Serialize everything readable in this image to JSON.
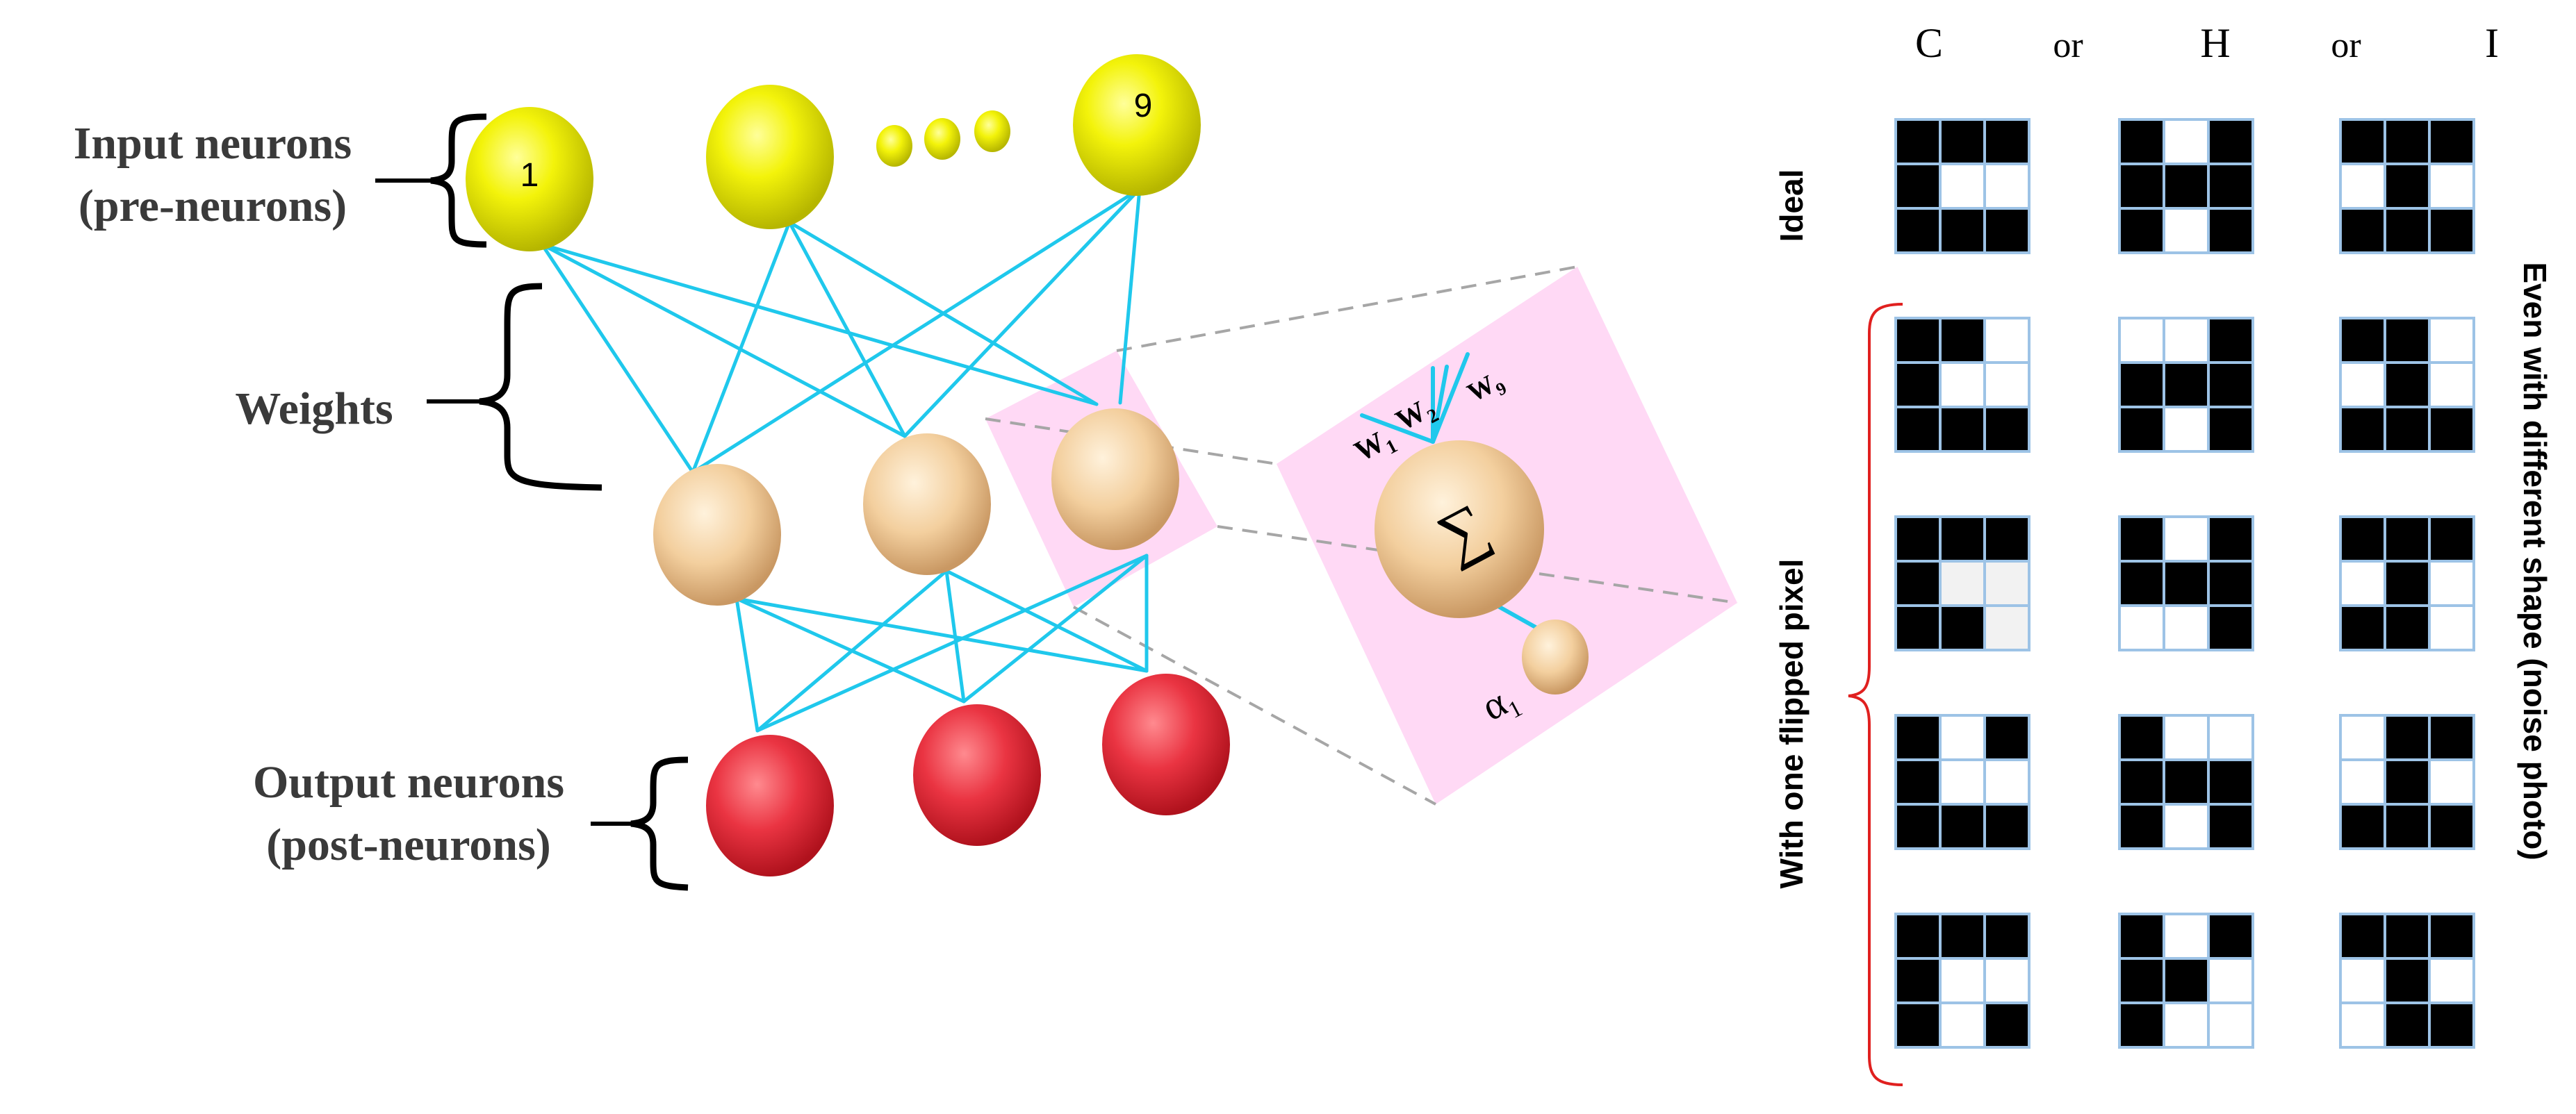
{
  "labels": {
    "input_neurons": "Input neurons",
    "input_neurons_sub": "(pre-neurons)",
    "weights": "Weights",
    "output_neurons": "Output neurons",
    "output_neurons_sub": "(post-neurons)"
  },
  "neurons": {
    "first_index": "1",
    "last_index": "9"
  },
  "zoom": {
    "sum_symbol": "∑",
    "alpha": "α",
    "alpha_sub": "1",
    "w1": "W",
    "w1_sub": "1",
    "w2": "W",
    "w2_sub": "2",
    "w9": "W",
    "w9_sub": "9"
  },
  "grid_panel": {
    "headers": [
      "C",
      "or",
      "H",
      "or",
      "I"
    ],
    "row_label_ideal": "Ideal",
    "row_label_flipped": "With one flipped pixel",
    "side_label": "Even with different shape (noise photo)",
    "colors": {
      "black": "#000000",
      "white": "#ffffff",
      "gray": "#f2f2f2",
      "border": "#9dc3e6",
      "bracket": "#e0201f"
    },
    "rows": [
      [
        [
          [
            1,
            1,
            1
          ],
          [
            1,
            0,
            0
          ],
          [
            1,
            1,
            1
          ]
        ],
        [
          [
            1,
            0,
            1
          ],
          [
            1,
            1,
            1
          ],
          [
            1,
            0,
            1
          ]
        ],
        [
          [
            1,
            1,
            1
          ],
          [
            0,
            1,
            0
          ],
          [
            1,
            1,
            1
          ]
        ]
      ],
      [
        [
          [
            1,
            1,
            0
          ],
          [
            1,
            0,
            0
          ],
          [
            1,
            1,
            1
          ]
        ],
        [
          [
            0,
            0,
            1
          ],
          [
            1,
            1,
            1
          ],
          [
            1,
            0,
            1
          ]
        ],
        [
          [
            1,
            1,
            0
          ],
          [
            0,
            1,
            0
          ],
          [
            1,
            1,
            1
          ]
        ]
      ],
      [
        [
          [
            1,
            1,
            1
          ],
          [
            1,
            2,
            2
          ],
          [
            1,
            1,
            2
          ]
        ],
        [
          [
            1,
            0,
            1
          ],
          [
            1,
            1,
            1
          ],
          [
            0,
            0,
            1
          ]
        ],
        [
          [
            1,
            1,
            1
          ],
          [
            0,
            1,
            0
          ],
          [
            1,
            1,
            0
          ]
        ]
      ],
      [
        [
          [
            1,
            0,
            1
          ],
          [
            1,
            0,
            0
          ],
          [
            1,
            1,
            1
          ]
        ],
        [
          [
            1,
            0,
            0
          ],
          [
            1,
            1,
            1
          ],
          [
            1,
            0,
            1
          ]
        ],
        [
          [
            0,
            1,
            1
          ],
          [
            0,
            1,
            0
          ],
          [
            1,
            1,
            1
          ]
        ]
      ],
      [
        [
          [
            1,
            1,
            1
          ],
          [
            1,
            0,
            0
          ],
          [
            1,
            0,
            1
          ]
        ],
        [
          [
            1,
            0,
            1
          ],
          [
            1,
            1,
            0
          ],
          [
            1,
            0,
            0
          ]
        ],
        [
          [
            1,
            1,
            1
          ],
          [
            0,
            1,
            0
          ],
          [
            0,
            1,
            1
          ]
        ]
      ]
    ]
  }
}
